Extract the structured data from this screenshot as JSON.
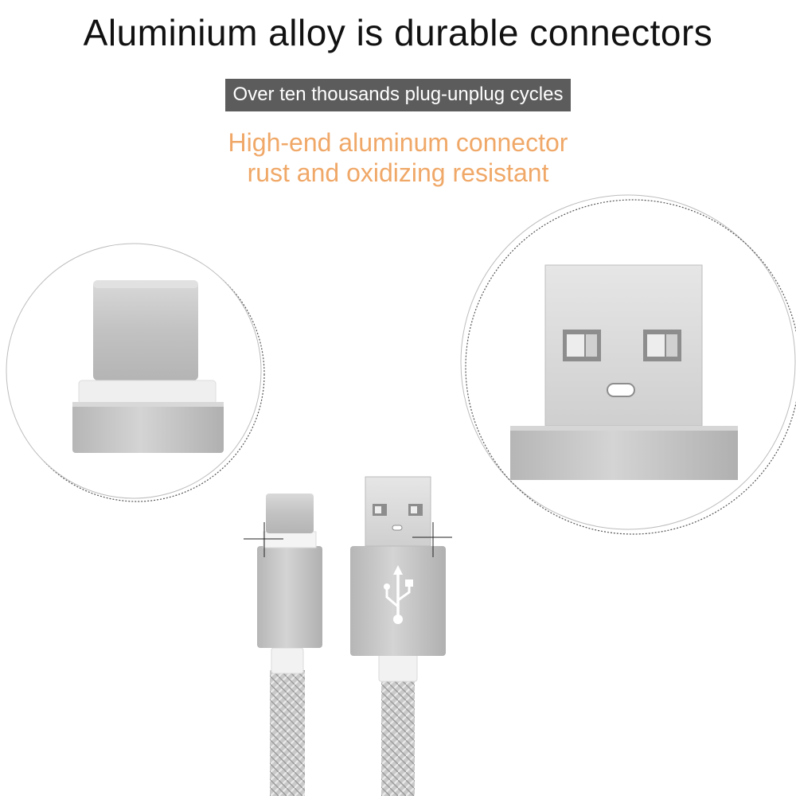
{
  "headline": "Aluminium alloy is durable connectors",
  "badge": "Over ten thousands plug-unplug cycles",
  "tagline": {
    "line1": "High-end aluminum connector",
    "line2": "rust and oxidizing resistant"
  },
  "colors": {
    "tagline": "#f0a868",
    "badge_bg": "#5c5c5c",
    "metal": "#c8c8c8",
    "metal_dark": "#a8a8a8"
  },
  "icons": {
    "usb_symbol": "usb-icon"
  }
}
